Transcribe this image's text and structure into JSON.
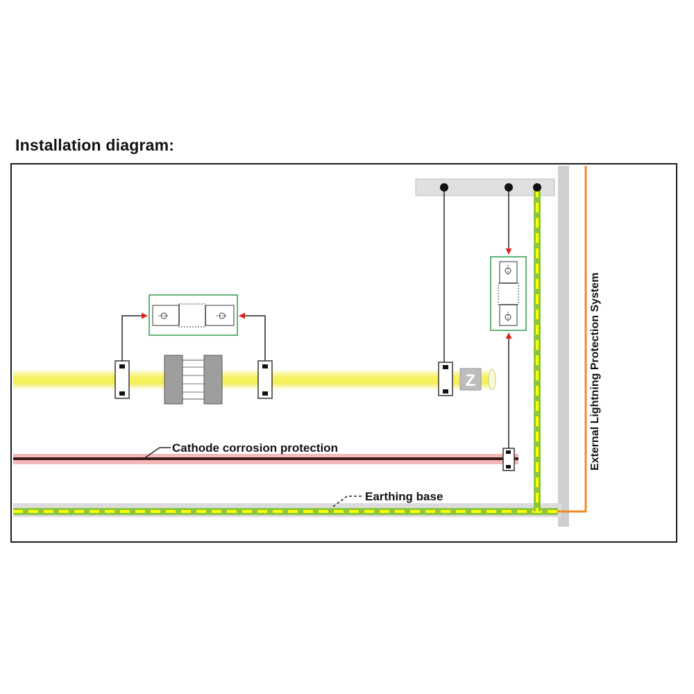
{
  "title": "Installation diagram:",
  "labels": {
    "cathode": "Cathode corrosion protection",
    "earthing": "Earthing base",
    "lightning": "External Lightning Protection System",
    "z_mark": "Z"
  },
  "colors": {
    "pipe_yellow": "#f7f36a",
    "earth_green": "#8cc63f",
    "earth_dash": "#ffff00",
    "cathode_pink": "#f4b8b8",
    "lightning_orange": "#f08a24",
    "spd_box_green": "#2e9b4a",
    "arrow_red": "#e02020",
    "wall_grey": "#cfcfcf"
  }
}
